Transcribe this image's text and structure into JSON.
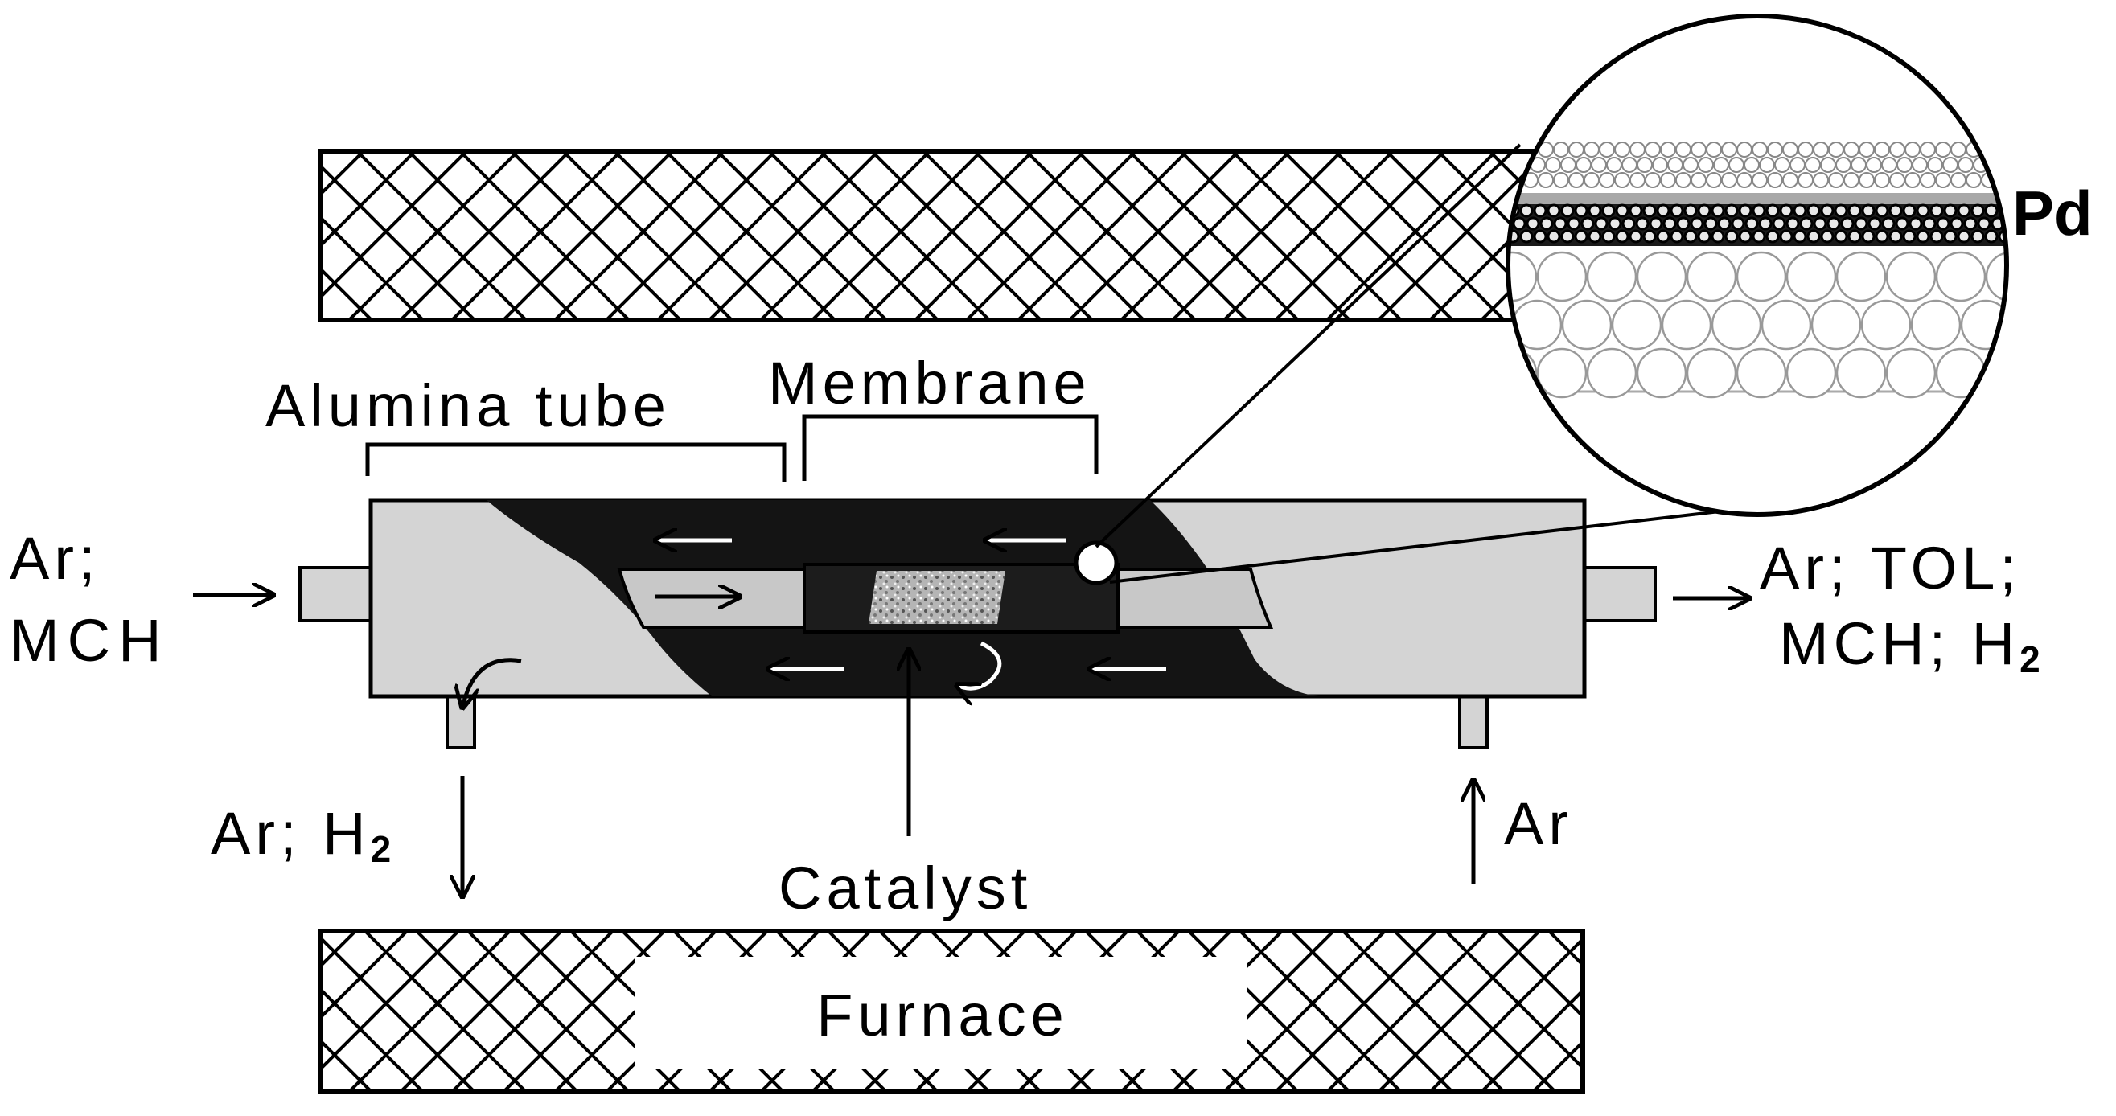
{
  "labels": {
    "inlet_line1": "Ar;",
    "inlet_line2": "MCH",
    "outlet_line1": "Ar; TOL;",
    "outlet_line2_main": "MCH; H",
    "outlet_line2_sub": "2",
    "permeate_main": "Ar; H",
    "permeate_sub": "2",
    "sweep": "Ar",
    "alumina_tube": "Alumina tube",
    "membrane": "Membrane",
    "catalyst": "Catalyst",
    "furnace": "Furnace",
    "pd_layer": "Pd"
  },
  "colors": {
    "ink": "#000000",
    "tube_light": "#d4d4d4",
    "tube_dark": "#141414",
    "inner_tube": "#c8c8c8",
    "catalyst": "#9a9a9a",
    "background": "#ffffff"
  },
  "icons": {
    "flow_arrow": "right-arrow-icon",
    "hatch": "crosshatch-pattern"
  }
}
